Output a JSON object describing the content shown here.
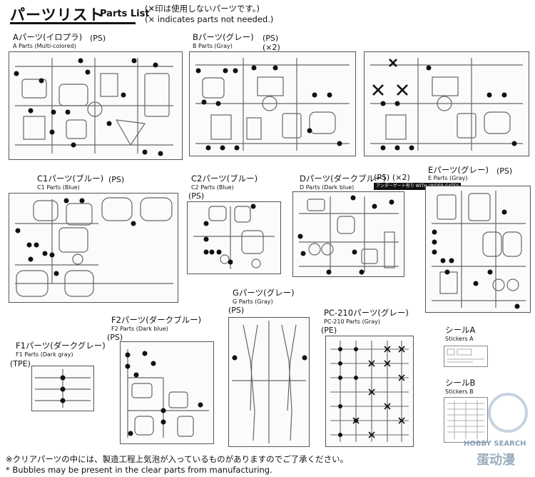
{
  "header": {
    "title_jp": "パーツリスト",
    "title_en": "Parts List",
    "note_jp": "(✕印は使用しないパーツです。)",
    "note_en": "(× indicates parts not needed.)"
  },
  "sections": {
    "a": {
      "jp": "Aパーツ(イロプラ)",
      "en": "A Parts (Multi-colored)",
      "ps": "(PS)"
    },
    "b": {
      "jp": "Bパーツ(グレー)",
      "en": "B Parts (Gray)",
      "ps": "(PS)",
      "mult": "(×2)"
    },
    "c1": {
      "jp": "C1パーツ(ブルー)",
      "en": "C1 Parts (Blue)",
      "ps": "(PS)"
    },
    "c2": {
      "jp": "C2パーツ(ブルー)",
      "en": "C2 Parts (Blue)",
      "ps": "(PS)"
    },
    "d": {
      "jp": "Dパーツ(ダークブルー)",
      "en": "D Parts (Dark blue)",
      "ps": "(PS)",
      "mult": "(×2)",
      "badge": "アンダーゲート有り WITH UNDER GATES"
    },
    "e": {
      "jp": "Eパーツ(グレー)",
      "en": "E Parts (Gray)",
      "ps": "(PS)"
    },
    "f1": {
      "jp": "F1パーツ(ダークグレー)",
      "en": "F1 Parts (Dark gray)",
      "ps": "(TPE)"
    },
    "f2": {
      "jp": "F2パーツ(ダークブルー)",
      "en": "F2 Parts (Dark blue)",
      "ps": "(PS)"
    },
    "g": {
      "jp": "Gパーツ(グレー)",
      "en": "G Parts (Gray)",
      "ps": "(PS)"
    },
    "pc": {
      "jp": "PC-210パーツ(グレー)",
      "en": "PC-210 Parts (Gray)",
      "ps": "(PE)"
    },
    "sa": {
      "jp": "シールA",
      "en": "Stickers A"
    },
    "sb": {
      "jp": "シールB",
      "en": "Stickers B"
    }
  },
  "footer": {
    "jp": "※クリアパーツの中には、製造工程上気泡が入っているものがありますのでご了承ください。",
    "en": "* Bubbles may be present in the clear parts from manufacturing."
  },
  "watermark": {
    "a": "HOBBY SEARCH",
    "b": "蛋动漫"
  },
  "colors": {
    "line": "#555555",
    "ink": "#111111",
    "watermark": "#8aa0b6"
  }
}
